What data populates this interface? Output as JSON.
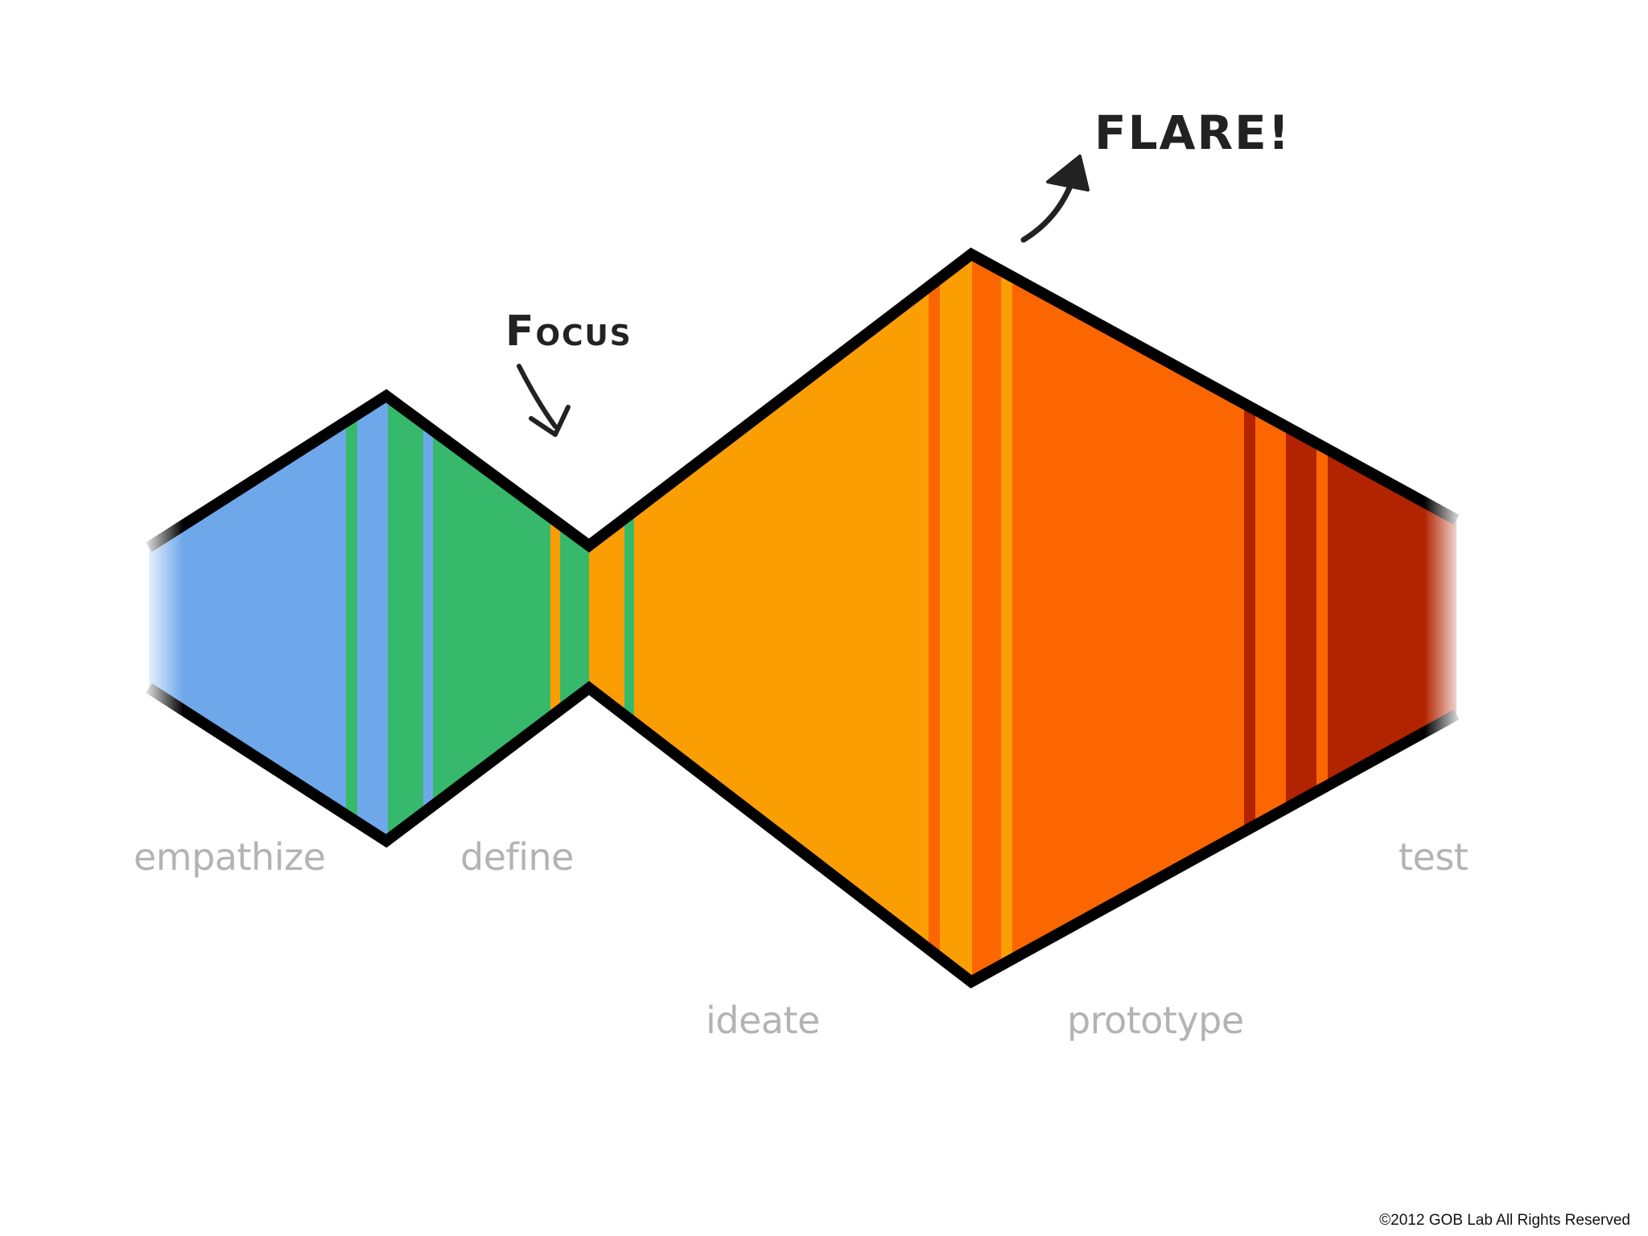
{
  "phases": {
    "empathize": "empathize",
    "define": "define",
    "ideate": "ideate",
    "prototype": "prototype",
    "test": "test"
  },
  "callouts": {
    "focus": "Focus",
    "flare": "FLARE!"
  },
  "copyright": "©2012 GOB Lab All Rights Reserved",
  "colors": {
    "empathize": "#6ea8eb",
    "define": "#37b96b",
    "ideate": "#fb9e04",
    "prototype": "#fb6600",
    "test": "#b22300",
    "outline": "#000000",
    "label": "#b3b3b3"
  }
}
